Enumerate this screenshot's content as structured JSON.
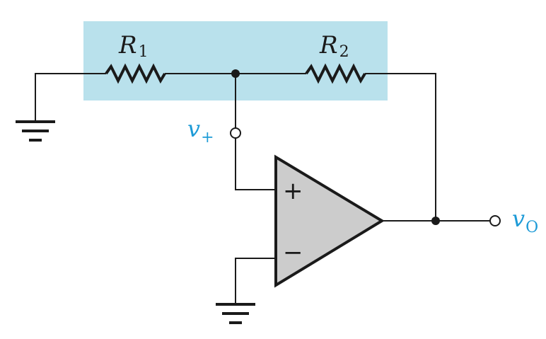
{
  "diagram": {
    "resistors": [
      {
        "letter": "R",
        "subscript": "1"
      },
      {
        "letter": "R",
        "subscript": "2"
      }
    ],
    "nodes": {
      "v_plus": {
        "letter": "v",
        "subscript": "+"
      },
      "v_out": {
        "letter": "v",
        "subscript": "O"
      }
    },
    "opamp": {
      "plus_sign": "+",
      "minus_sign": "−"
    },
    "colors": {
      "highlight": "#b9e1ec",
      "label_accent": "#1e9bd7",
      "opamp_fill": "#cccccc",
      "wire": "#1a1a1a"
    }
  }
}
